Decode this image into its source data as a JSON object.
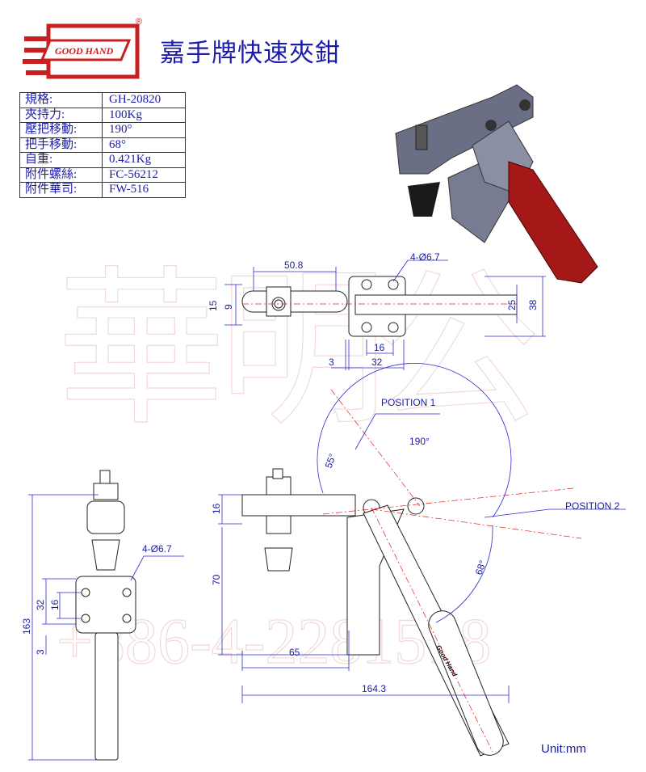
{
  "logo": {
    "brand_text": "GOOD HAND",
    "registered_mark": "®"
  },
  "header": {
    "title": "嘉手牌快速夾鉗"
  },
  "spec_table": [
    {
      "label": "規格:",
      "value": "GH-20820"
    },
    {
      "label": "夾持力:",
      "value": "100Kg"
    },
    {
      "label": "壓把移動:",
      "value": "190°"
    },
    {
      "label": "把手移動:",
      "value": "68°"
    },
    {
      "label": "自重:",
      "value": "0.421Kg"
    },
    {
      "label": "附件螺絲:",
      "value": "FC-56212"
    },
    {
      "label": "附件華司:",
      "value": "FW-516"
    }
  ],
  "watermark": {
    "phone": "+886-4-2281518"
  },
  "top_view": {
    "d1": "50.8",
    "d2": "4-Ø6.7",
    "d3": "15",
    "d4": "9",
    "d5": "25",
    "d6": "38",
    "d7": "16",
    "d8": "3",
    "d9": "32"
  },
  "side_view": {
    "position1": "POSITION 1",
    "position2": "POSITION 2",
    "angle190": "190°",
    "angle55": "55°",
    "angle68": "68°",
    "d16": "16",
    "d70": "70",
    "d65": "65",
    "d164": "164.3",
    "handle_text": "Good Hand"
  },
  "front_view": {
    "holes": "4-Ø6.7",
    "d163": "163",
    "d32": "32",
    "d16": "16",
    "d3": "3"
  },
  "unit": "Unit:mm"
}
